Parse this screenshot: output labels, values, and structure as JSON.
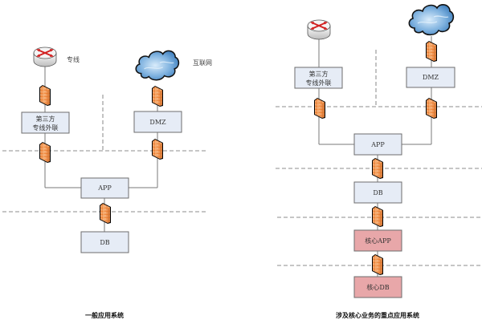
{
  "colors": {
    "box_normal": "#e6ecf6",
    "box_core": "#e8a7a9",
    "box_border": "#6d6d6d",
    "line": "#7a7a7a",
    "dash": "#6a6a6a",
    "firewall": "#f08a3c"
  },
  "left": {
    "caption": "一般应用系统",
    "router_label": "专线",
    "cloud_label": "互联网",
    "boxes": {
      "third_party": [
        "第三方",
        "专线外联"
      ],
      "dmz": "DMZ",
      "app": "APP",
      "db": "DB"
    }
  },
  "right": {
    "caption": "涉及核心业务的重点应用系统",
    "boxes": {
      "third_party": [
        "第三方",
        "专线外联"
      ],
      "dmz": "DMZ",
      "app": "APP",
      "db": "DB",
      "core_app": "核心APP",
      "core_db": "核心DB"
    }
  }
}
